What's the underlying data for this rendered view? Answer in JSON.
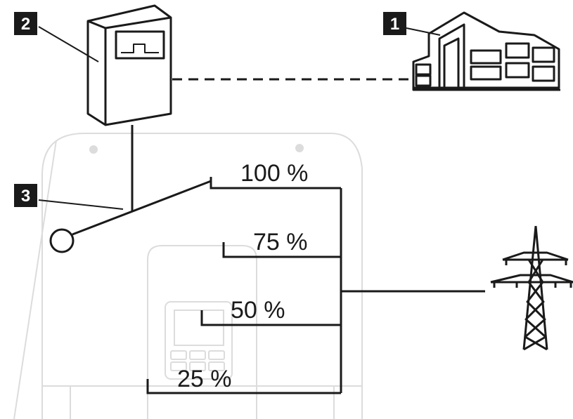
{
  "callouts": {
    "building": "1",
    "receiver": "2",
    "relay": "3"
  },
  "levels": [
    "100 %",
    "75 %",
    "50 %",
    "25 %"
  ],
  "colors": {
    "line": "#1a1a1a",
    "faint_device": "#d9d9d9",
    "callout_bg": "#1a1a1a",
    "callout_text": "#ffffff"
  },
  "icons": {
    "receiver": "ripple-control-receiver-icon",
    "building": "building-icon",
    "pylon": "power-pylon-icon",
    "inverter": "inverter-outline-icon"
  }
}
